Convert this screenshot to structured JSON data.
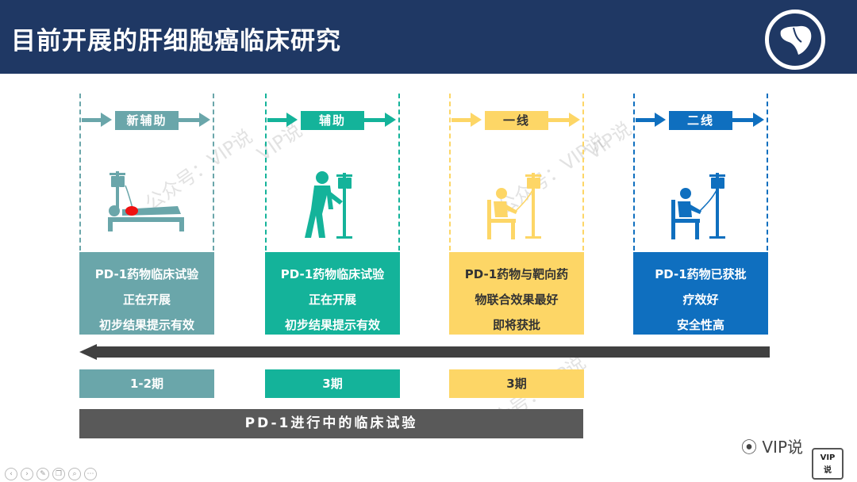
{
  "title": "目前开展的肝细胞癌临床研究",
  "columns": [
    {
      "phase": "新辅助",
      "color": "#6aa6aa",
      "lines": [
        "PD-1药物临床试验",
        "正在开展",
        "初步结果提示有效"
      ]
    },
    {
      "phase": "辅助",
      "color": "#14b39a",
      "lines": [
        "PD-1药物临床试验",
        "正在开展",
        "初步结果提示有效"
      ]
    },
    {
      "phase": "一线",
      "color": "#fdd666",
      "lines": [
        "PD-1药物与靶向药",
        "物联合效果最好",
        "即将获批"
      ]
    },
    {
      "phase": "二线",
      "color": "#0f6fbf",
      "lines": [
        "PD-1药物已获批",
        "疗效好",
        "安全性高"
      ]
    }
  ],
  "phase_bars": [
    "1-2期",
    "3期",
    "3期"
  ],
  "bottom_bar": "PD-1进行中的临床试验",
  "watermarks": [
    "公众号：VIP说",
    "VIP说",
    "公众号：VIP说",
    "VIP说",
    "公众号：VIP说"
  ],
  "footer": {
    "brand": "VIP说",
    "badge": [
      "VIP",
      "说"
    ]
  }
}
